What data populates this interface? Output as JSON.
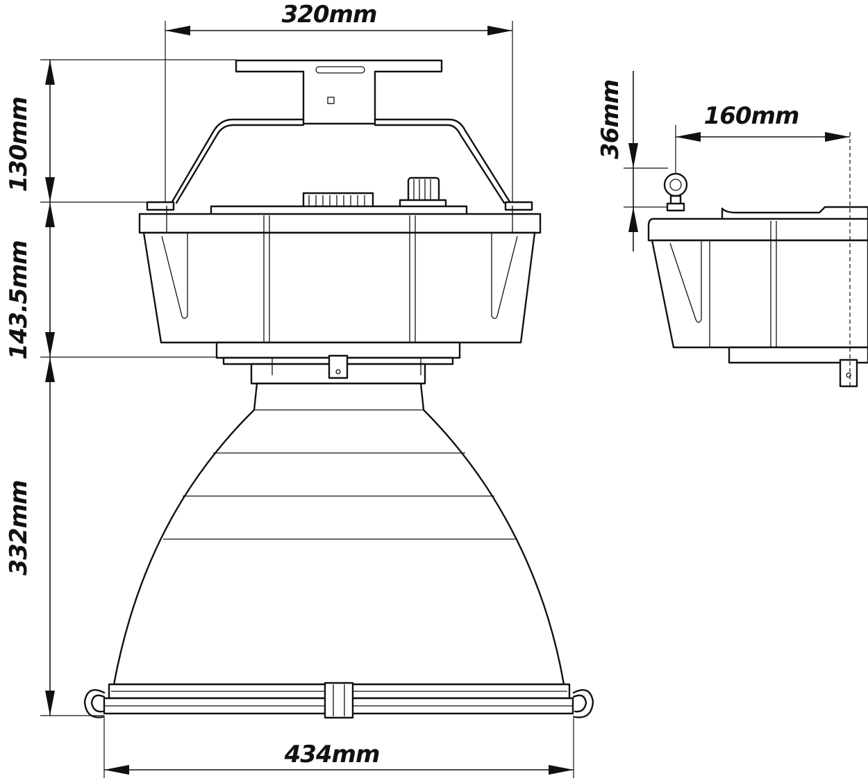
{
  "dimensions": {
    "bracket_width": "320mm",
    "bracket_height": "130mm",
    "housing_height": "143.5mm",
    "reflector_height": "332mm",
    "reflector_diameter": "434mm",
    "side_width": "160mm",
    "eyebolt_height": "36mm"
  }
}
